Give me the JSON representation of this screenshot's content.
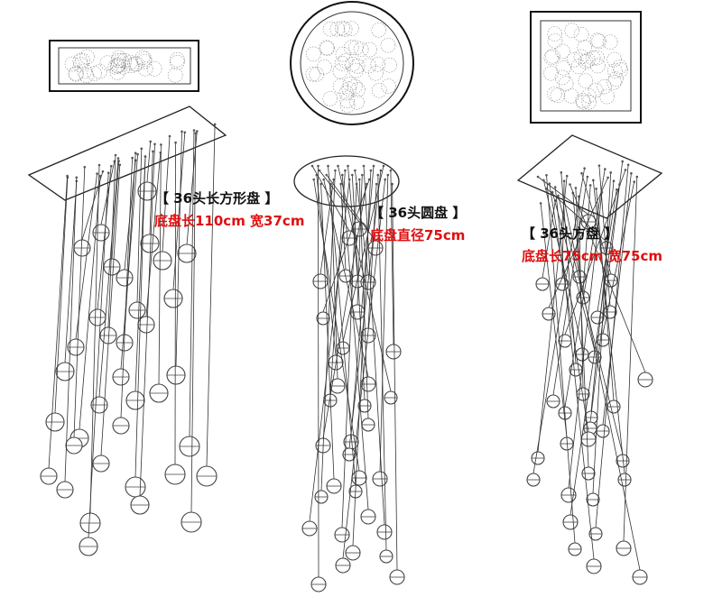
{
  "colors": {
    "line": "#333333",
    "ball": "#444444",
    "spec_text": "#e01010",
    "head_text": "#111111",
    "background": "#ffffff"
  },
  "fixtures": [
    {
      "shape": "rectangle",
      "title": "【 36头长方形盘 】",
      "spec": "底盘长110cm 宽37cm",
      "heads": 36
    },
    {
      "shape": "round",
      "title": "【 36头圆盘 】",
      "spec": "底盘直径75cm",
      "heads": 36
    },
    {
      "shape": "square",
      "title": "【 36头方盘 】",
      "spec": "底盘长75cm 宽75cm",
      "heads": 36
    }
  ]
}
